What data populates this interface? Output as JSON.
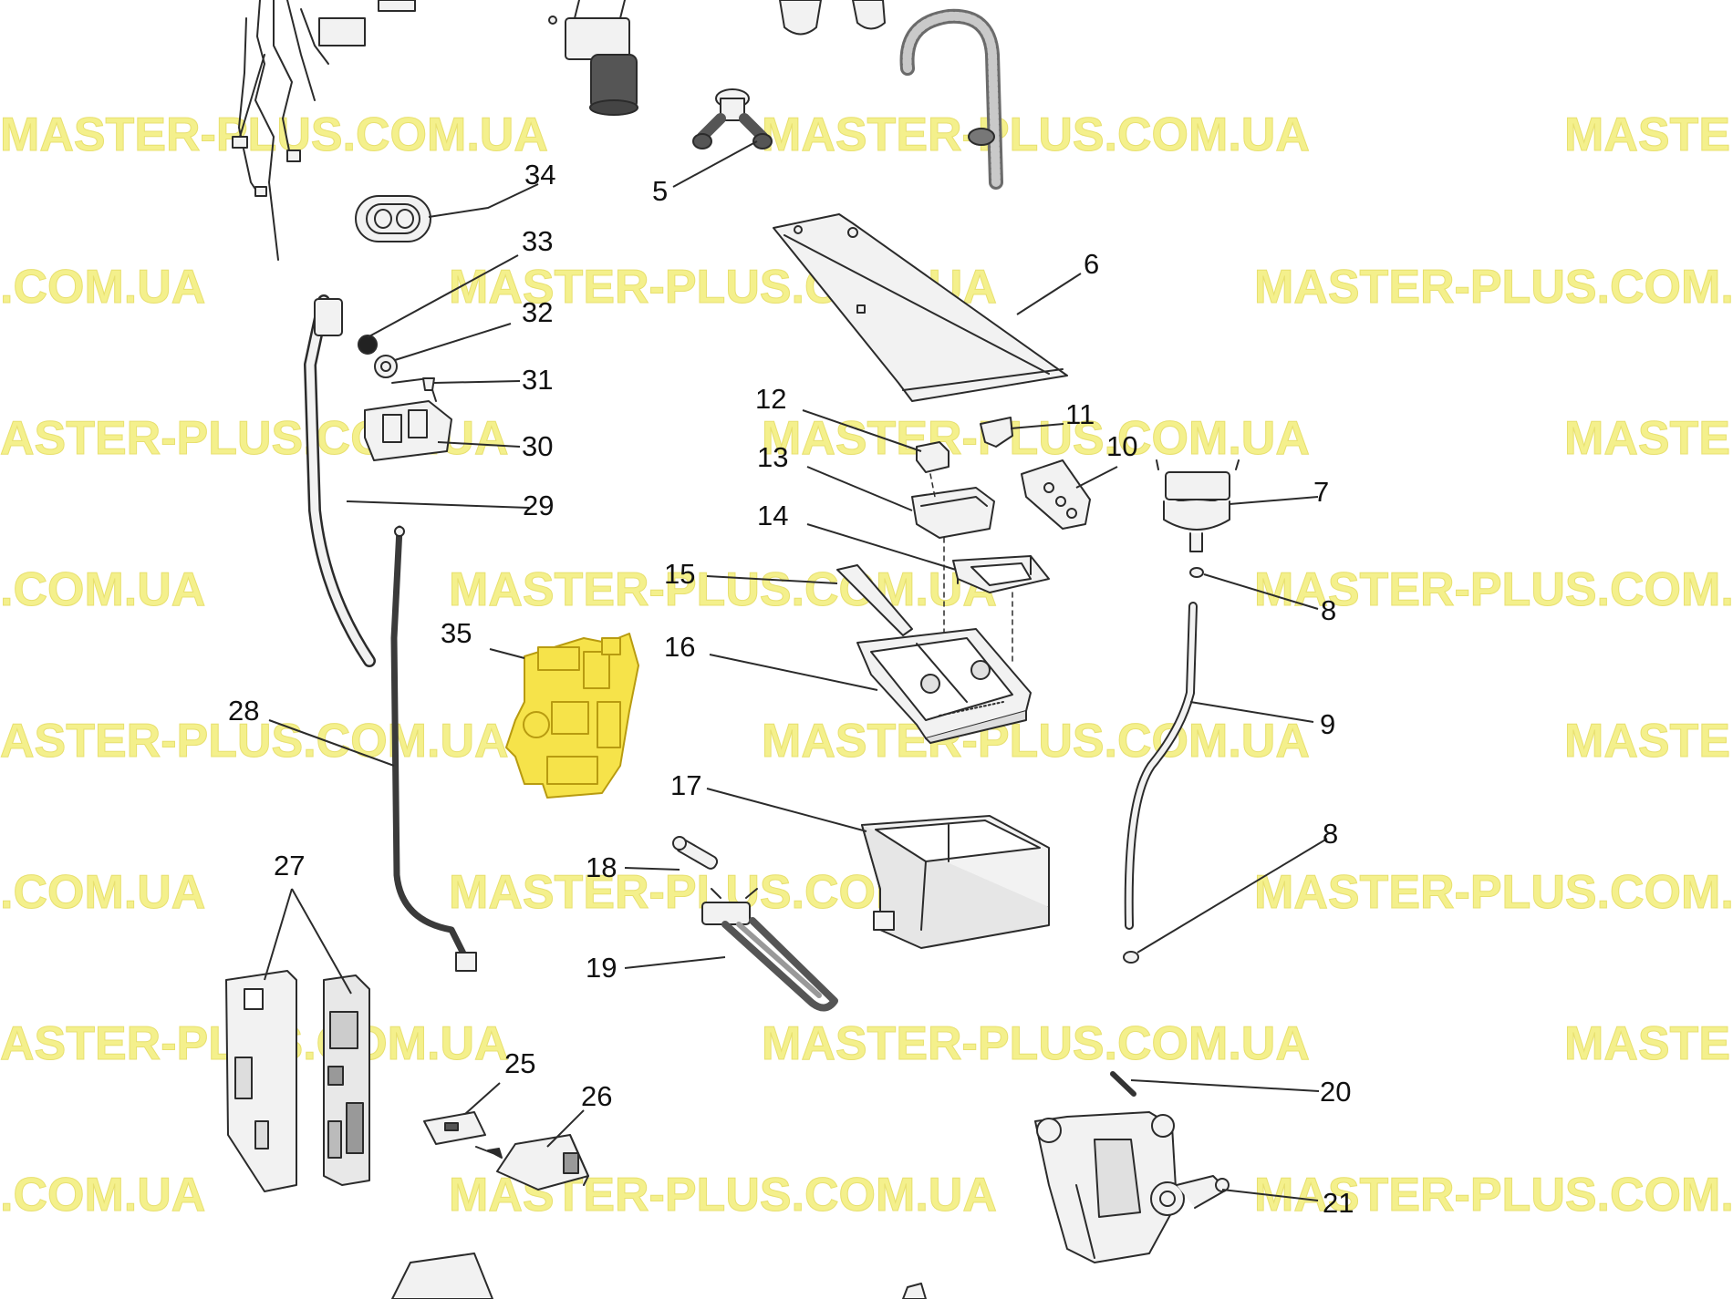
{
  "watermark": {
    "text_full": "MASTER-PLUS.COM.UA",
    "text_tail": ".COM.UA",
    "text_head": "MASTE",
    "text_mid_left": "ASTER-PLUS.COM.UA",
    "color": "#f4f08c"
  },
  "colors": {
    "line": "#2b2b2b",
    "part_fill": "#f2f2f2",
    "highlight": "#f6e34a",
    "highlight_stroke": "#b89b10"
  },
  "callouts": {
    "c5": "5",
    "c6": "6",
    "c7": "7",
    "c8a": "8",
    "c8b": "8",
    "c9": "9",
    "c10": "10",
    "c11": "11",
    "c12": "12",
    "c13": "13",
    "c14": "14",
    "c15": "15",
    "c16": "16",
    "c17": "17",
    "c18": "18",
    "c19": "19",
    "c20": "20",
    "c21": "21",
    "c25": "25",
    "c26": "26",
    "c27": "27",
    "c28": "28",
    "c29": "29",
    "c30": "30",
    "c31": "31",
    "c32": "32",
    "c33": "33",
    "c34": "34",
    "c35": "35"
  }
}
